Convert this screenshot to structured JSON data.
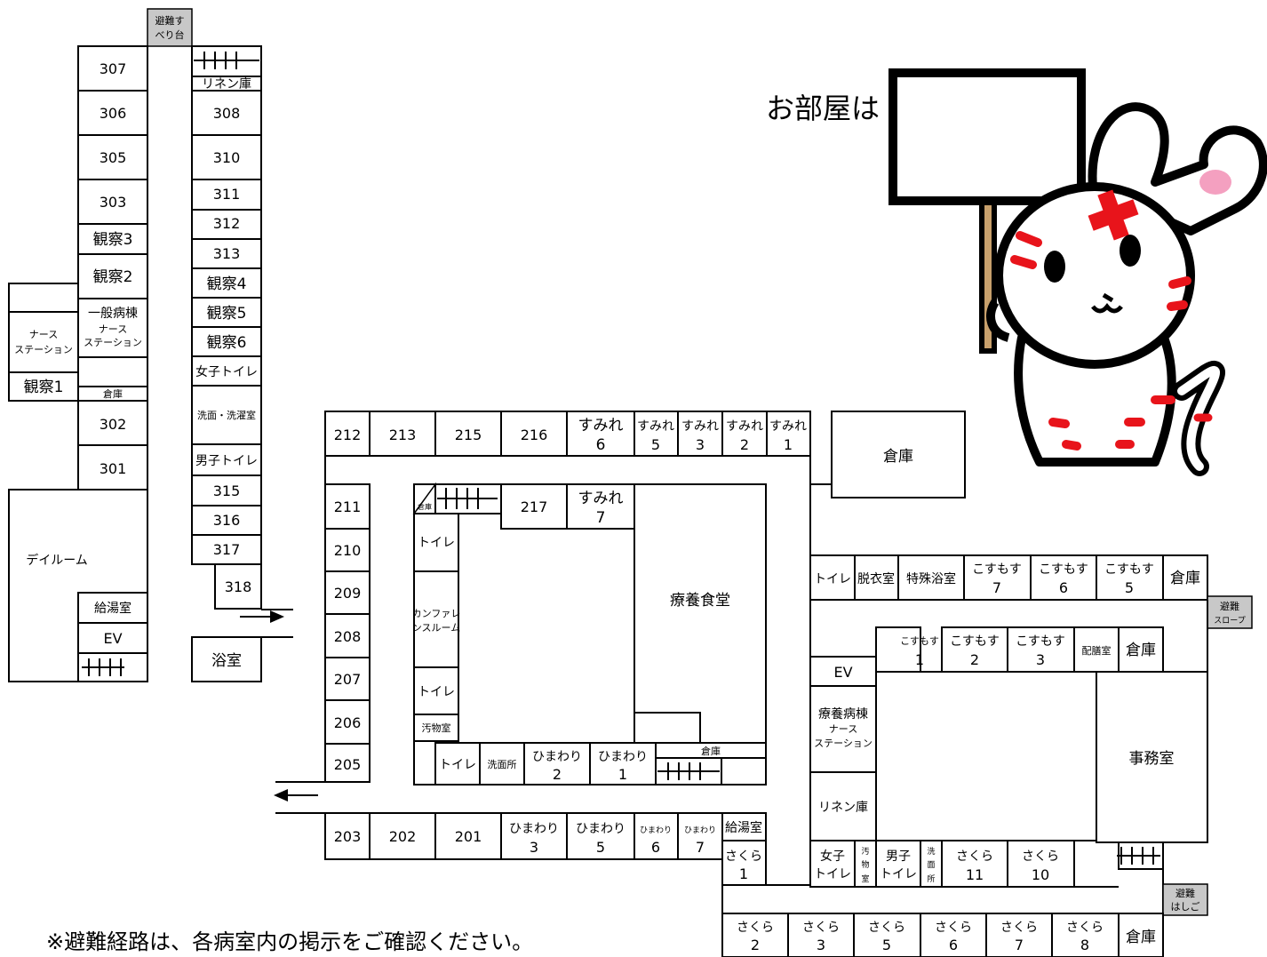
{
  "rooms": {
    "slide_top": "避難す",
    "slide_bottom": "べり台",
    "r307": "307",
    "r306": "306",
    "r305": "305",
    "r303": "303",
    "kansatsu3": "観察3",
    "kansatsu2": "観察2",
    "ippan_ward": "一般病棟",
    "nurse_small": "ナース",
    "station_small": "ステーション",
    "linen_w": "リネン庫",
    "r308": "308",
    "r310": "310",
    "r311": "311",
    "r312": "312",
    "r313": "313",
    "kansatsu4": "観察4",
    "kansatsu5": "観察5",
    "kansatsu6": "観察6",
    "womens_toilet_w": "女子トイレ",
    "wash_laundry": "洗面・洗濯室",
    "mens_toilet_w": "男子トイレ",
    "r315": "315",
    "r316": "316",
    "r317": "317",
    "r318": "318",
    "kansatsu1": "観察1",
    "storage": "倉庫",
    "r302": "302",
    "r301": "301",
    "dayroom": "デイルーム",
    "kitchenette": "給湯室",
    "ev": "EV",
    "bathroom": "浴室",
    "r212": "212",
    "r213": "213",
    "r215": "215",
    "r216": "216",
    "sumire": "すみれ",
    "n1": "1",
    "n2": "2",
    "n3": "3",
    "n5": "5",
    "n6": "6",
    "n7": "7",
    "n8": "8",
    "n10": "10",
    "n11": "11",
    "r211": "211",
    "r210": "210",
    "r209": "209",
    "r208": "208",
    "r207": "207",
    "r206": "206",
    "r205": "205",
    "r217": "217",
    "toilet": "トイレ",
    "conference_1": "カンファレ",
    "conference_2": "ンスルーム",
    "soiled": "汚物室",
    "washroom": "洗面所",
    "himawari": "ひまわり",
    "dining": "療養食堂",
    "r203": "203",
    "r202": "202",
    "r201": "201",
    "undress": "脱衣室",
    "special_bath": "特殊浴室",
    "kosumosu": "こすもす",
    "slope_1": "避難",
    "slope_2": "スロープ",
    "serving": "配膳室",
    "ryoyo_ward": "療養病棟",
    "linen_e": "リネン庫",
    "office": "事務室",
    "onna": "女子",
    "otoko": "男子",
    "toire": "トイレ",
    "o_chr": "汚",
    "butsu_chr": "物",
    "shitsu_chr": "室",
    "sen_chr": "洗",
    "men_chr": "面",
    "sho_chr": "所",
    "sakura": "さくら",
    "ladder_1": "避難",
    "ladder_2": "はしご"
  },
  "sign": {
    "label": "お部屋は",
    "board_text": ""
  },
  "note": "※避難経路は、各病室内の掲示をご確認ください。",
  "icons": {
    "mascot": "red-cross-rabbit-mascot-icon",
    "arrow_right": "arrow-right-icon",
    "arrow_left": "arrow-left-icon",
    "stairs": "stairs-icon"
  },
  "colors": {
    "red_cross": "#e8141b",
    "pink_heart": "#f4a0c0",
    "sign_stick": "#c8a06c",
    "gray_box": "#c8c8c8"
  }
}
